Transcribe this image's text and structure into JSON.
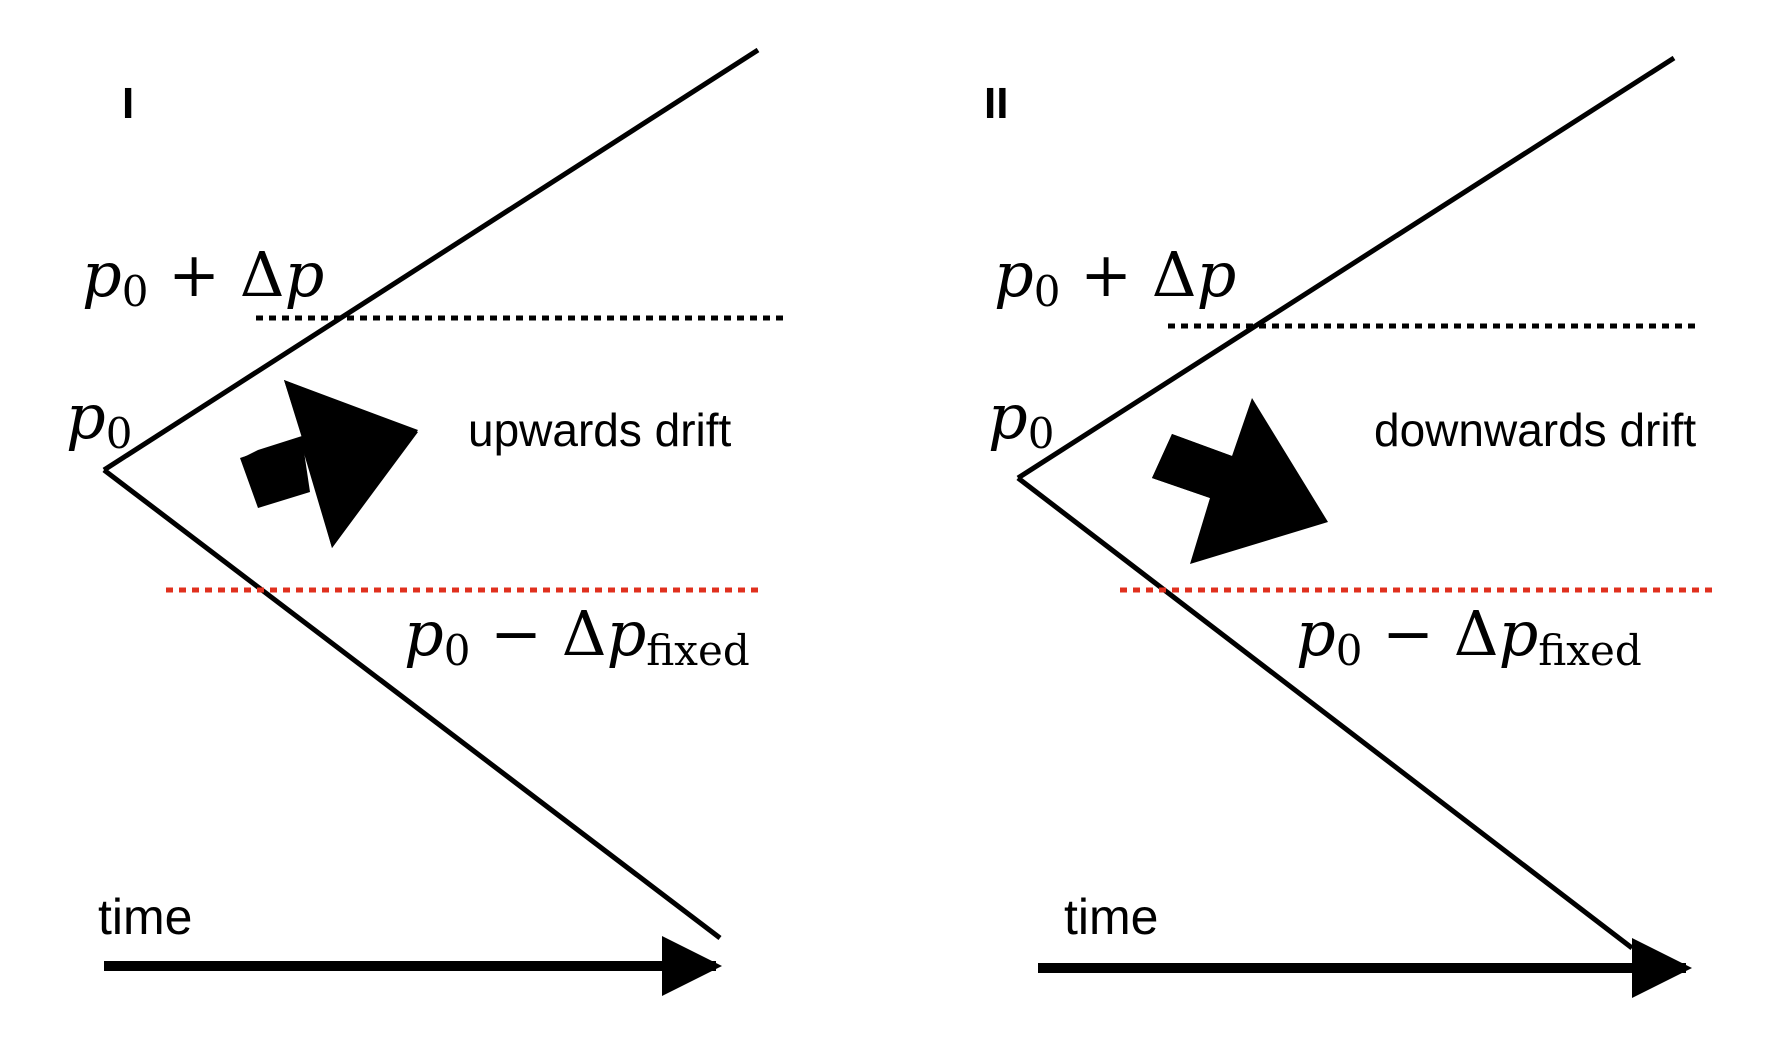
{
  "panels": [
    {
      "id": "I",
      "label": "I",
      "upper_threshold_label": {
        "base": "p",
        "sub": "0",
        "op": " + Δ",
        "var": "p",
        "varsub": ""
      },
      "start_label": {
        "base": "p",
        "sub": "0"
      },
      "lower_threshold_label": {
        "base": "p",
        "sub": "0",
        "op": " − Δ",
        "var": "p",
        "varsub": "fixed"
      },
      "drift_text": "upwards drift",
      "drift_direction": "up",
      "time_label": "time",
      "upper_line_color": "#000000",
      "lower_line_color": "#e0301e"
    },
    {
      "id": "II",
      "label": "II",
      "upper_threshold_label": {
        "base": "p",
        "sub": "0",
        "op": " + Δ",
        "var": "p",
        "varsub": ""
      },
      "start_label": {
        "base": "p",
        "sub": "0"
      },
      "lower_threshold_label": {
        "base": "p",
        "sub": "0",
        "op": " − Δ",
        "var": "p",
        "varsub": "fixed"
      },
      "drift_text": "downwards drift",
      "drift_direction": "down",
      "time_label": "time",
      "upper_line_color": "#000000",
      "lower_line_color": "#e0301e"
    }
  ]
}
